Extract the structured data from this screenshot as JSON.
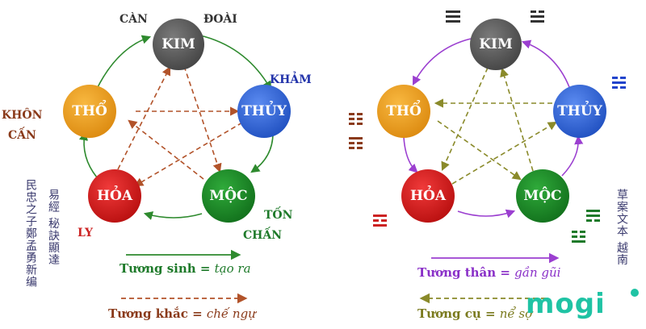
{
  "elements": {
    "kim": "KIM",
    "thuy": "THỦY",
    "moc": "MỘC",
    "hoa": "HỎA",
    "tho": "THỔ"
  },
  "left_diagram": {
    "labels": {
      "can_doai": "CÀN",
      "doai": "ĐOÀI",
      "kham": "KHẢM",
      "khon": "KHÔN",
      "can_gen": "CẤN",
      "ton": "TỐN",
      "chan": "CHẤN",
      "ly": "LY"
    },
    "legend_sinh": {
      "term": "Tương sinh = ",
      "meaning": "tạo ra"
    },
    "legend_khac": {
      "term": "Tương khắc = ",
      "meaning": "chế ngự"
    },
    "vertical_text_1": "民忠之子鄭孟勇新编",
    "vertical_text_2": "易經 秘訣顯達"
  },
  "right_diagram": {
    "legend_than": {
      "term": "Tương thân = ",
      "meaning": "gần gũi"
    },
    "legend_cu": {
      "term": "Tương cụ = ",
      "meaning": "nể sợ"
    },
    "vertical_text": "草案文本 越南"
  },
  "brand": "mogi",
  "colors": {
    "kim": "#595959",
    "thuy": "#3a6fd8",
    "moc": "#1f8a2a",
    "hoa": "#e01b1b",
    "tho": "#f0a020",
    "sinh": "#2e8a2e",
    "khac": "#b2532a",
    "than": "#9b3fd0",
    "cu": "#8a8a2a",
    "blue_label": "#2233aa",
    "brown_label": "#8a3a1a",
    "green_label": "#1e7a2a",
    "red_label": "#cc2222",
    "brand": "#1fc3a4"
  }
}
